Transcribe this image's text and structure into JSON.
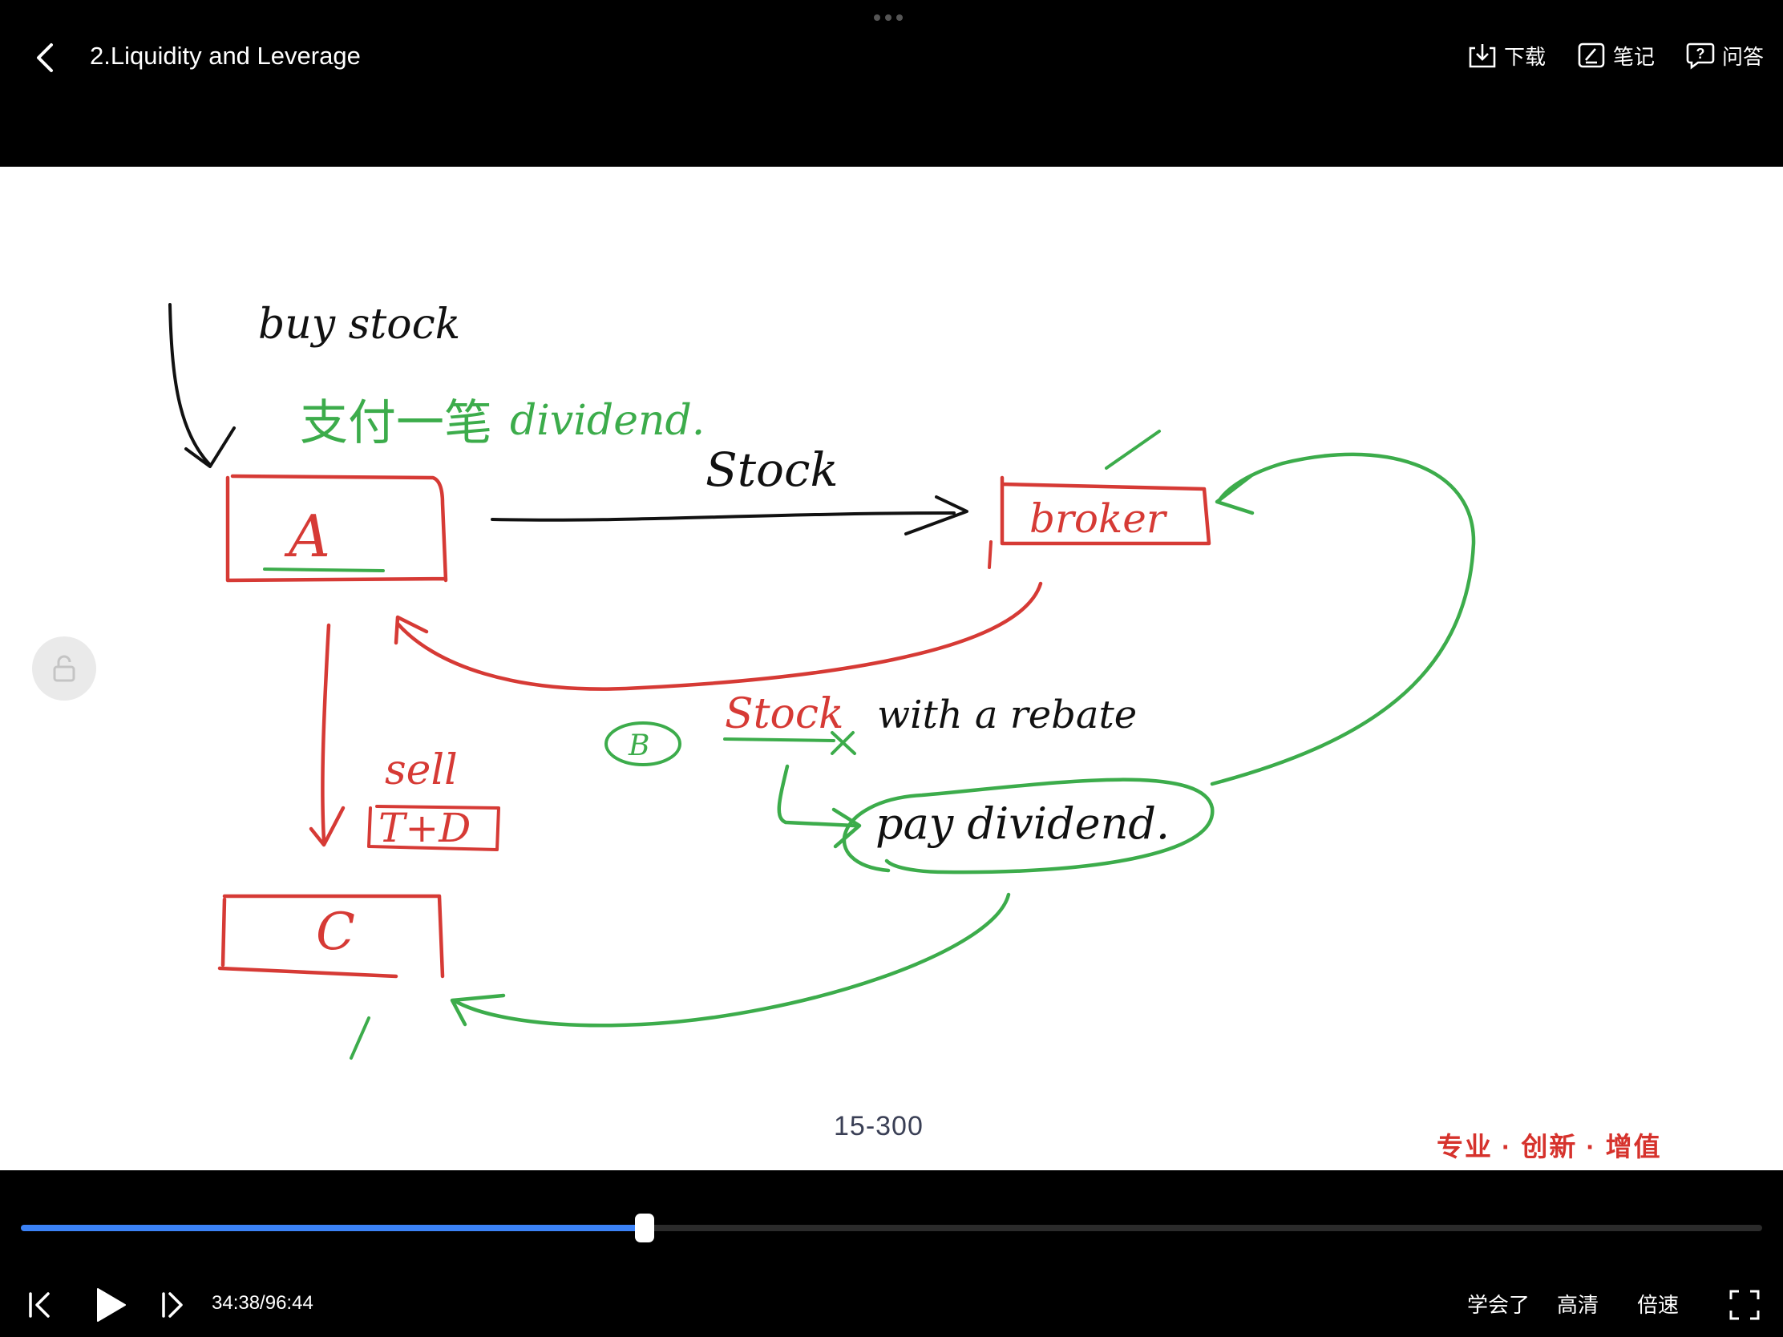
{
  "header": {
    "title": "2.Liquidity and Leverage",
    "actions": {
      "download": "下载",
      "notes": "笔记",
      "qa": "问答"
    }
  },
  "slide": {
    "labels": {
      "buy_stock": "buy stock",
      "chinese_note": "支付一笔",
      "dividend_note": "dividend.",
      "box_a": "A",
      "stock_arrow": "Stock",
      "broker": "broker",
      "stock": "Stock",
      "with_rebate": "with a rebate",
      "circle_b": "B",
      "sell": "sell",
      "t_d": "T+D",
      "box_c": "C",
      "pay_dividend": "pay dividend."
    },
    "page_number": "15-300",
    "brand": "专业 · 创新 · 增值"
  },
  "player": {
    "progress": 0.358,
    "time": "34:38/96:44",
    "learned": "学会了",
    "quality": "高清",
    "speed": "倍速"
  },
  "colors": {
    "red": "#d63a35",
    "green": "#3cac4b",
    "accent": "#3b82f6"
  }
}
